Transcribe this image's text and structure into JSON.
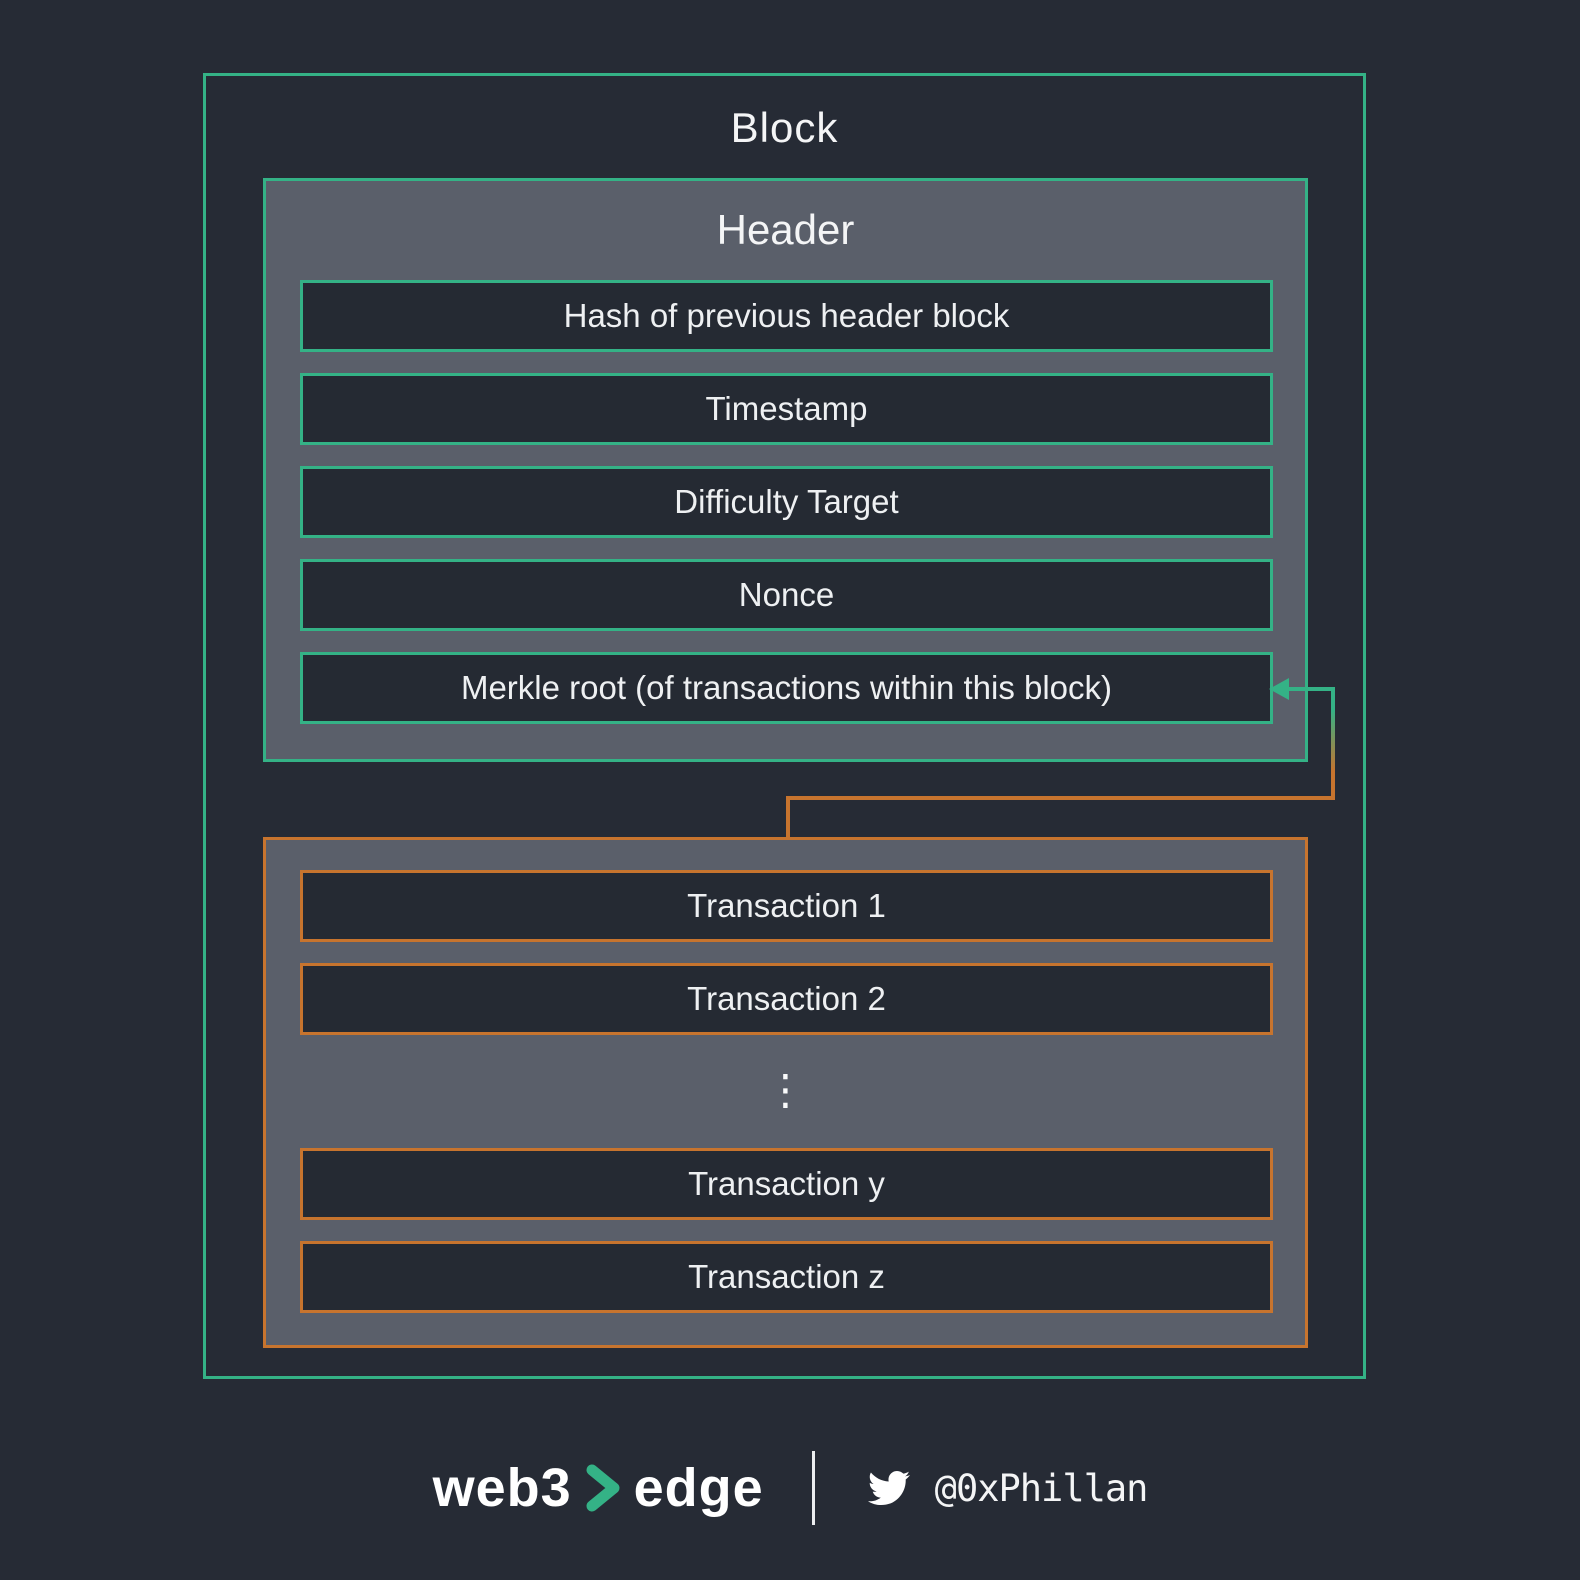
{
  "colors": {
    "background": "#262b35",
    "panel_fill": "#5a5f6a",
    "box_fill": "#252a33",
    "accent_green": "#34b286",
    "accent_orange": "#c7742e",
    "text": "#f2f3f4"
  },
  "block": {
    "title": "Block",
    "header": {
      "title": "Header",
      "fields": [
        "Hash of previous header block",
        "Timestamp",
        "Difficulty Target",
        "Nonce",
        "Merkle root (of transactions within this block)"
      ]
    },
    "transactions": {
      "items": [
        "Transaction 1",
        "Transaction 2",
        "Transaction y",
        "Transaction z"
      ],
      "ellipsis": "⋮"
    },
    "connector": {
      "meaning": "arrow from transactions list to Merkle root field",
      "arrow_icon": "arrowhead-left-icon"
    }
  },
  "footer": {
    "brand_left": "web3",
    "chevron_icon": "chevron-right-icon",
    "brand_right": "edge",
    "divider": "|",
    "twitter_icon": "twitter-bird-icon",
    "twitter_handle": "@0xPhillan"
  }
}
